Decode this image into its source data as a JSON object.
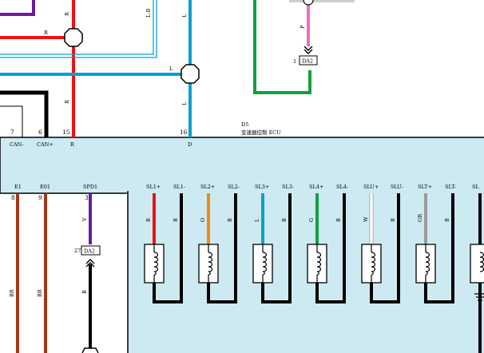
{
  "ecu": {
    "code": "D5",
    "name": "变速器控制 ECU"
  },
  "top_pins": [
    {
      "num": "7",
      "signal": "CAN-"
    },
    {
      "num": "6",
      "signal": "CAN+"
    },
    {
      "num": "15",
      "signal": "R"
    },
    {
      "num": "16",
      "signal": "D"
    }
  ],
  "bottom_left_pins": [
    {
      "num": "8",
      "signal": "E1",
      "wire": "BR"
    },
    {
      "num": "9",
      "signal": "E01",
      "wire": "BR"
    },
    {
      "num": "3",
      "signal": "SPD1",
      "wire": "V"
    }
  ],
  "solenoid_pins": [
    {
      "signal": "SL1+",
      "wire": "R",
      "color": "#ee1111"
    },
    {
      "signal": "SL1-",
      "wire": "B",
      "color": "#000000"
    },
    {
      "signal": "SL2+",
      "wire": "O",
      "color": "#f08a10"
    },
    {
      "signal": "SL2-",
      "wire": "B",
      "color": "#000000"
    },
    {
      "signal": "SL3+",
      "wire": "L",
      "color": "#0aa0d0"
    },
    {
      "signal": "SL3-",
      "wire": "B",
      "color": "#000000"
    },
    {
      "signal": "SL4+",
      "wire": "G",
      "color": "#12a040"
    },
    {
      "signal": "SL4-",
      "wire": "B",
      "color": "#000000"
    },
    {
      "signal": "SLU+",
      "wire": "W",
      "color": "#ffffff"
    },
    {
      "signal": "SLU-",
      "wire": "B",
      "color": "#000000"
    },
    {
      "signal": "SLT+",
      "wire": "GR",
      "color": "#9a9a9a"
    },
    {
      "signal": "SLT-",
      "wire": "B",
      "color": "#000000"
    },
    {
      "signal": "SL",
      "wire": "",
      "color": "#000000"
    }
  ],
  "upper_wires": {
    "R_top": "R",
    "R_horizontal": "R",
    "R_vertical": "R",
    "L_B": "L-B",
    "L_top": "L",
    "L_horizontal": "L",
    "L_vertical": "L",
    "P_wire": "P",
    "SPD_lower_wire": "B"
  },
  "connectors": [
    {
      "id": "DA2-top",
      "pin": "1",
      "label": "DA2"
    },
    {
      "id": "DA2-bottom",
      "pin": "27",
      "label": "DA2"
    }
  ],
  "colors": {
    "ecu_fill": "#cdeaf2",
    "red": "#ee1111",
    "blue": "#0aa0d0",
    "green": "#12a040",
    "pink": "#f06cc0",
    "purple": "#6a1c9a",
    "brown": "#a03614",
    "black": "#000000",
    "gray": "#9a9a9a",
    "orange": "#f08a10"
  },
  "icons": [
    "splice-node",
    "solenoid-coil",
    "ground-symbol",
    "connector-arrow"
  ]
}
